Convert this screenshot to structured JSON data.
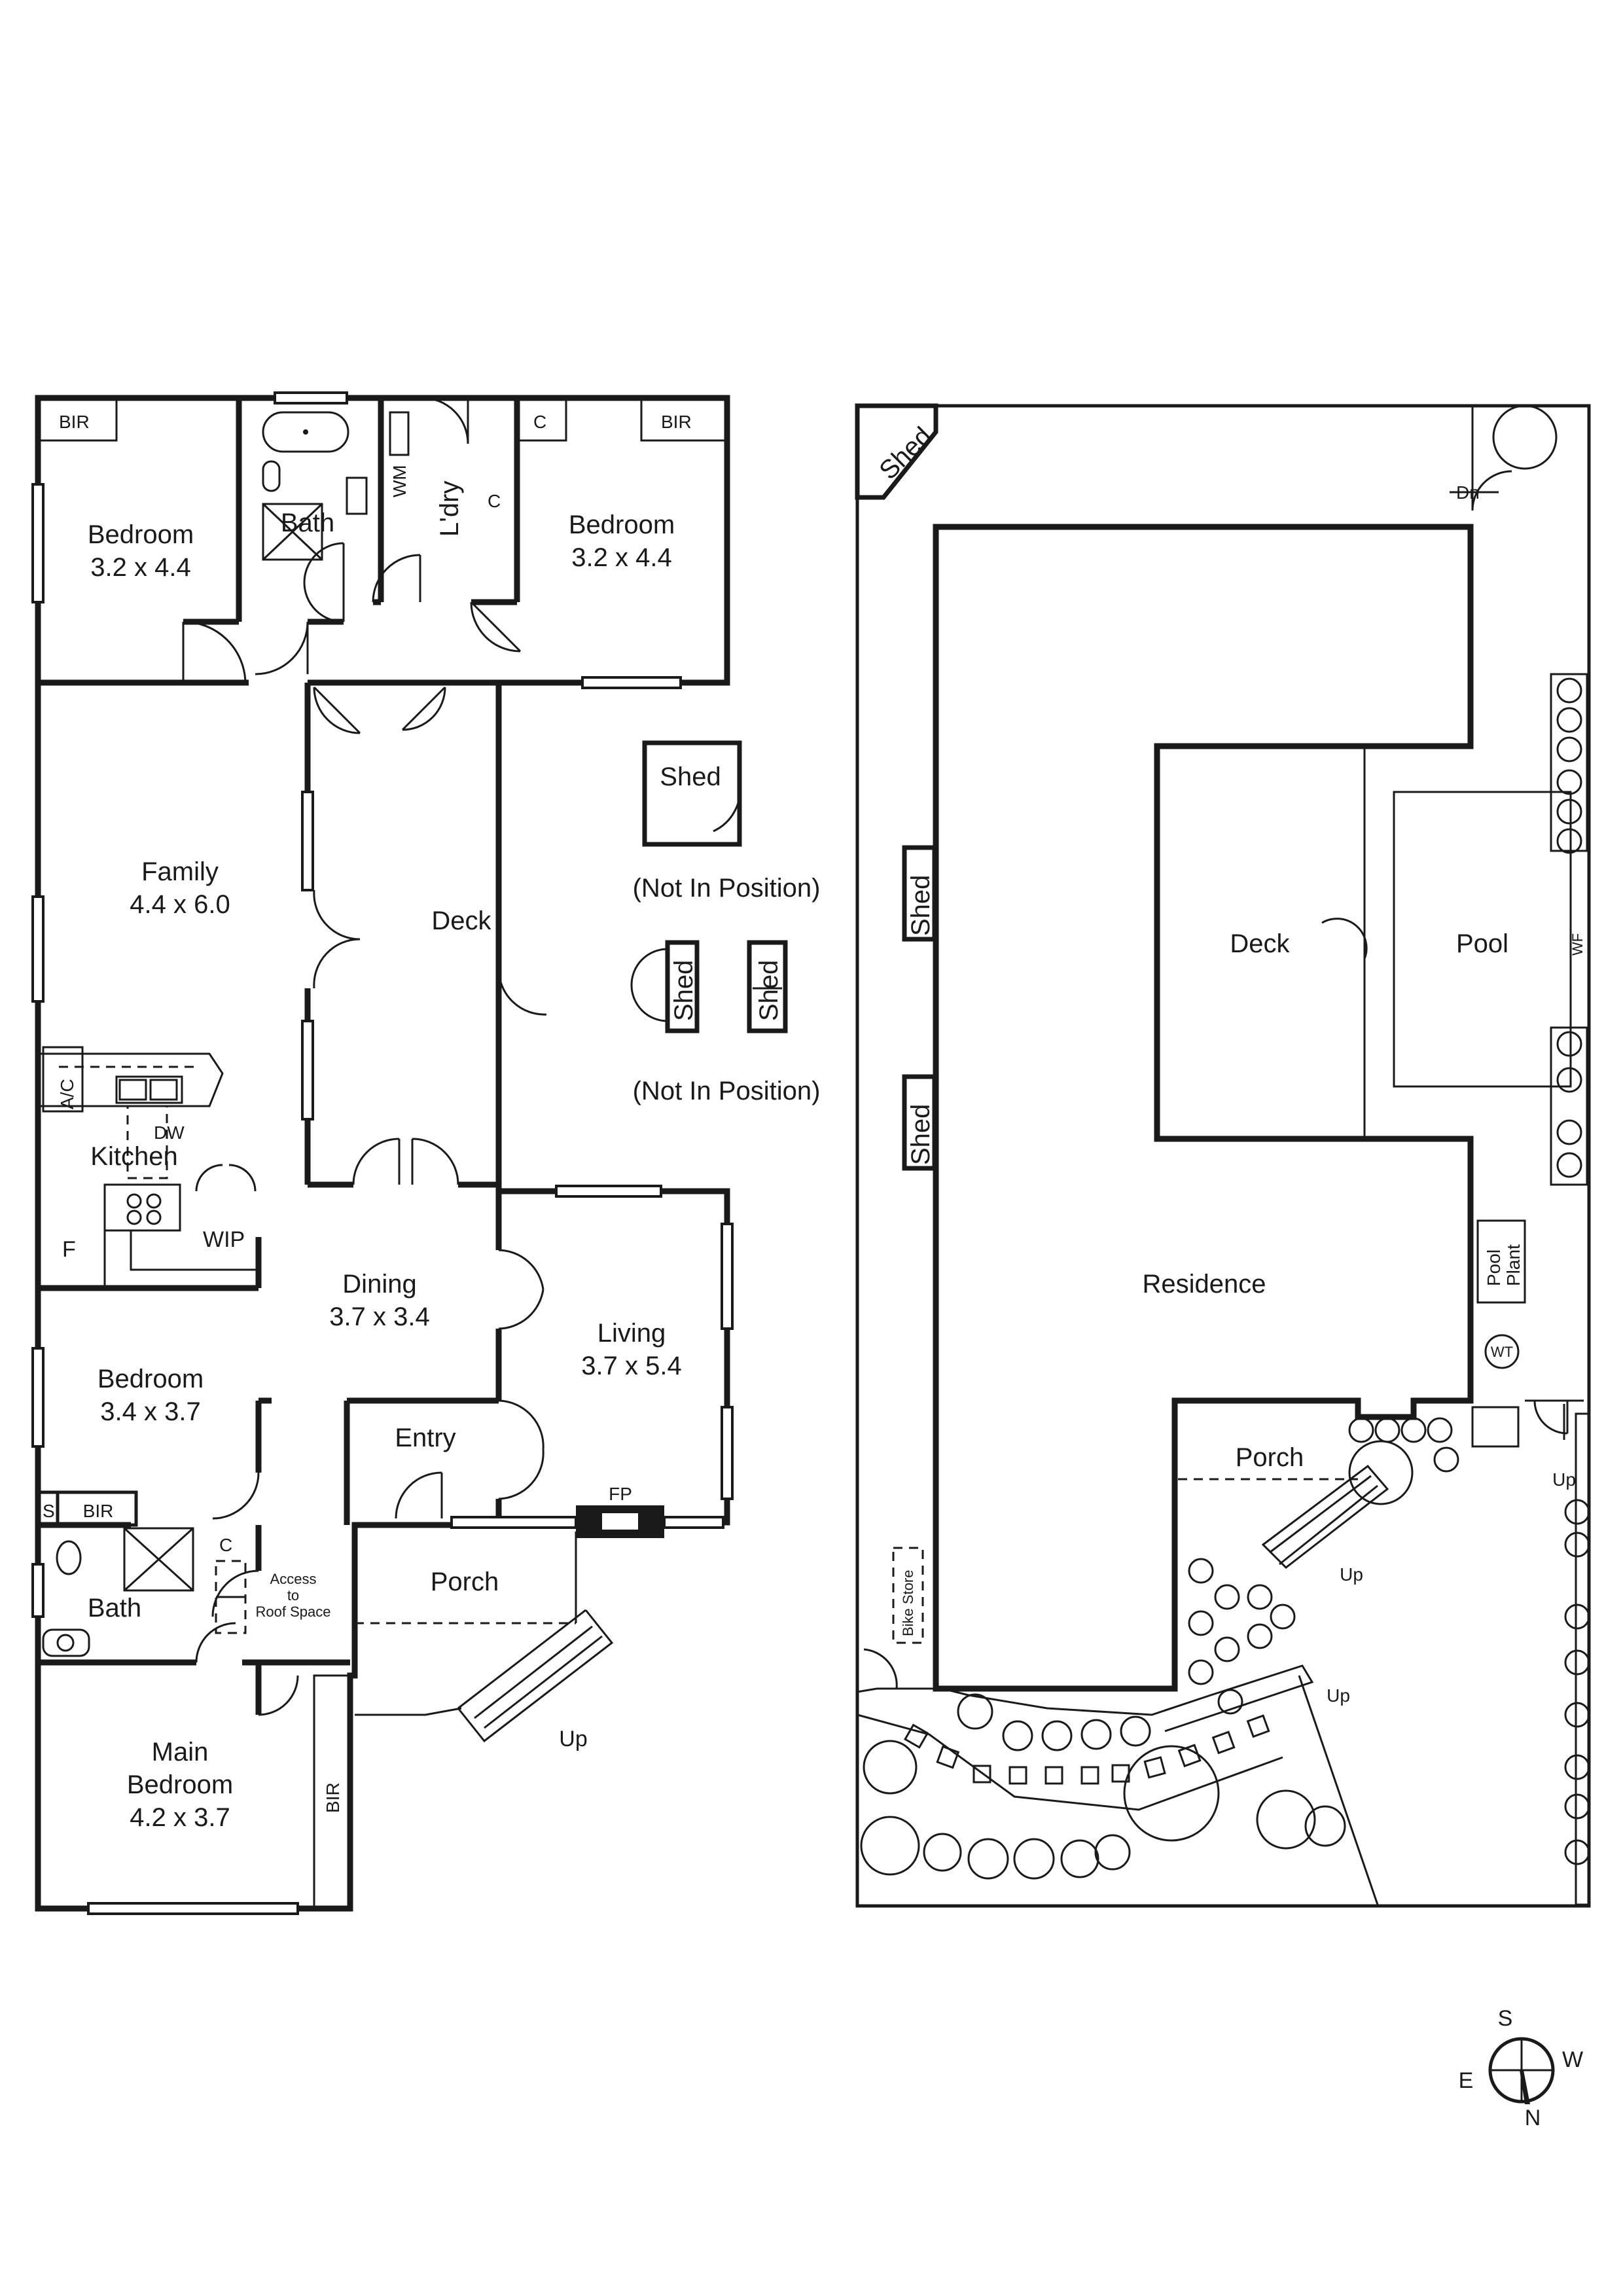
{
  "floorplan": {
    "rooms": {
      "bedroom_nw": {
        "name": "Bedroom",
        "size": "3.2 x 4.4"
      },
      "bath_upper": {
        "name": "Bath"
      },
      "laundry": {
        "name": "L'dry"
      },
      "bedroom_ne": {
        "name": "Bedroom",
        "size": "3.2 x 4.4"
      },
      "family": {
        "name": "Family",
        "size": "4.4 x 6.0"
      },
      "deck": {
        "name": "Deck"
      },
      "kitchen": {
        "name": "Kitchen"
      },
      "dining": {
        "name": "Dining",
        "size": "3.7 x 3.4"
      },
      "living": {
        "name": "Living",
        "size": "3.7 x 5.4"
      },
      "bedroom_w": {
        "name": "Bedroom",
        "size": "3.4 x 3.7"
      },
      "entry": {
        "name": "Entry"
      },
      "porch": {
        "name": "Porch"
      },
      "bath_lower": {
        "name": "Bath"
      },
      "main_bedroom": {
        "name": "Main",
        "name2": "Bedroom",
        "size": "4.2 x 3.7"
      }
    },
    "fixtures": {
      "bir": "BIR",
      "c": "C",
      "wm": "WM",
      "ac": "A/C",
      "dw": "DW",
      "f": "F",
      "wip": "WIP",
      "s": "S",
      "fp": "FP",
      "access_line1": "Access",
      "access_line2": "to",
      "access_line3": "Roof Space",
      "up": "Up"
    },
    "outbuildings": {
      "shed": "Shed",
      "not_in_position": "(Not In Position)"
    }
  },
  "siteplan": {
    "residence": "Residence",
    "deck": "Deck",
    "pool": "Pool",
    "porch": "Porch",
    "shed": "Shed",
    "pool_plant_line1": "Pool",
    "pool_plant_line2": "Plant",
    "wt": "WT",
    "wf": "WF",
    "bike_store": "Bike Store",
    "dn": "Dn",
    "up": "Up"
  },
  "compass": {
    "s": "S",
    "w": "W",
    "e": "E",
    "n": "N"
  }
}
